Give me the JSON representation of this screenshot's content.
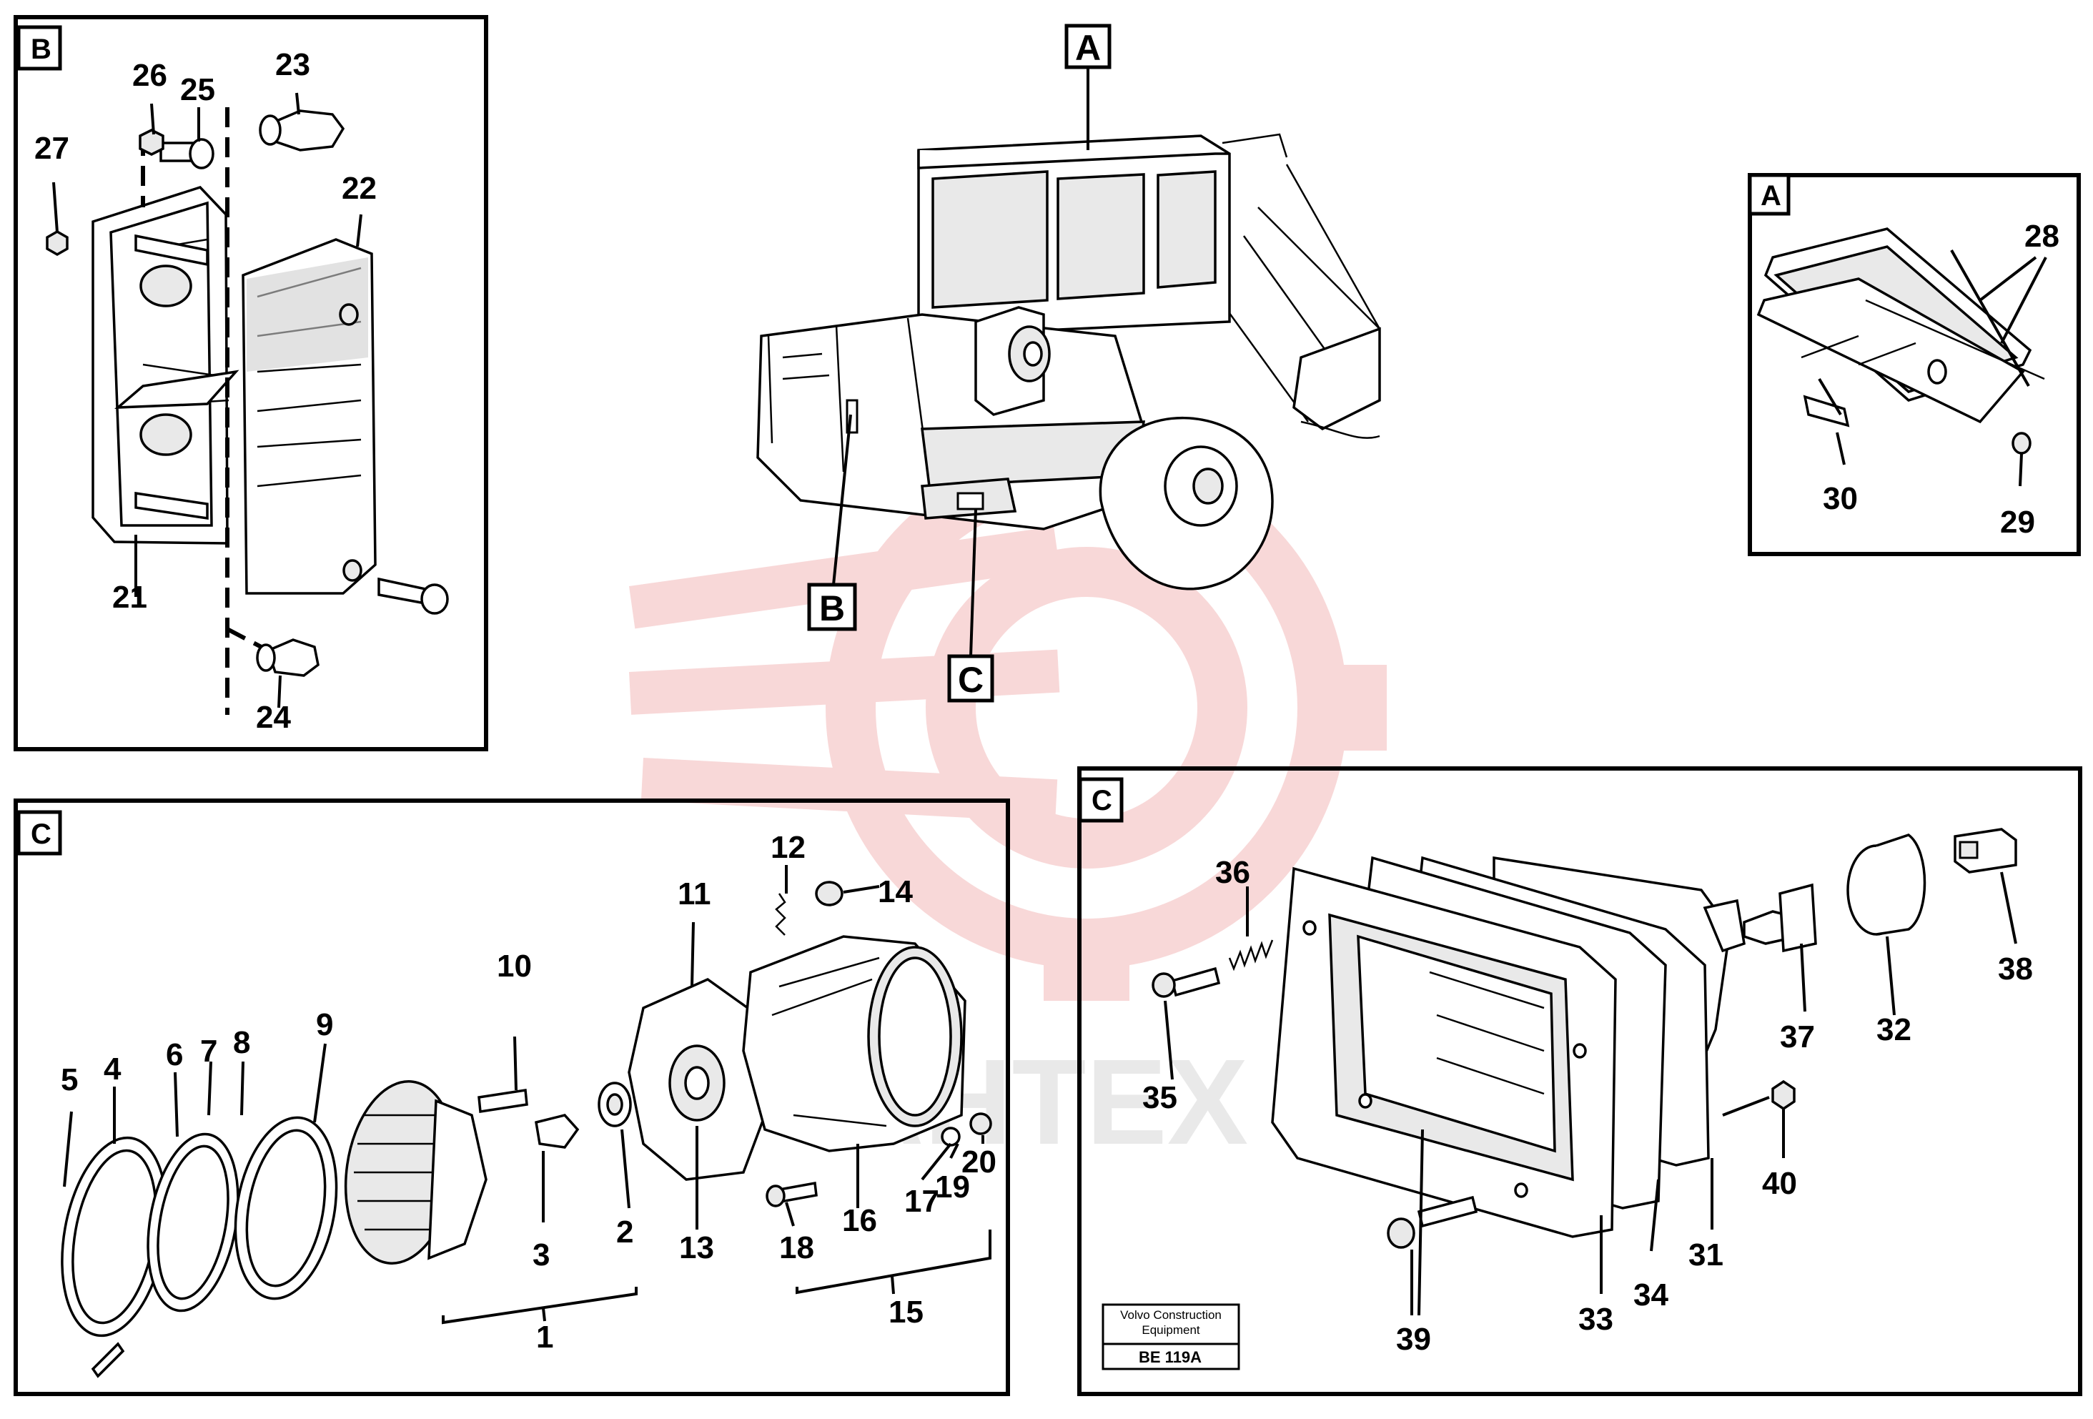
{
  "views": {
    "B": "B",
    "A": "A",
    "C_left": "C",
    "C_right": "C",
    "A_main": "A",
    "B_main": "B",
    "C_main": "C"
  },
  "callouts": {
    "n1": "1",
    "n2": "2",
    "n3": "3",
    "n4": "4",
    "n5": "5",
    "n6": "6",
    "n7": "7",
    "n8": "8",
    "n9": "9",
    "n10": "10",
    "n11": "11",
    "n12": "12",
    "n13": "13",
    "n14": "14",
    "n15": "15",
    "n16": "16",
    "n17": "17",
    "n18": "18",
    "n19": "19",
    "n20": "20",
    "n21": "21",
    "n22": "22",
    "n23": "23",
    "n24": "24",
    "n25": "25",
    "n26": "26",
    "n27": "27",
    "n28": "28",
    "n29": "29",
    "n30": "30",
    "n31": "31",
    "n32": "32",
    "n33": "33",
    "n34": "34",
    "n35": "35",
    "n36": "36",
    "n37": "37",
    "n38": "38",
    "n39": "39",
    "n40": "40"
  },
  "reference_box": {
    "line1": "Volvo Construction",
    "line2": "Equipment",
    "code": "BE 119A"
  },
  "watermark": {
    "text": "AHTEX",
    "color": "#f2b8b8"
  }
}
